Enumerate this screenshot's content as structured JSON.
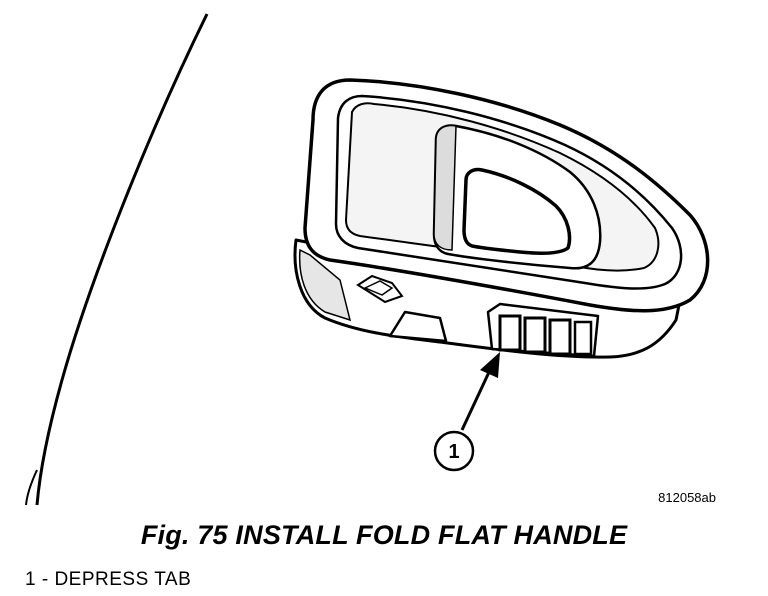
{
  "figure": {
    "drawing_id": "812058ab",
    "caption": "Fig. 75 INSTALL FOLD FLAT HANDLE",
    "callouts": [
      {
        "number": "1",
        "description": "1 - DEPRESS TAB"
      }
    ]
  }
}
